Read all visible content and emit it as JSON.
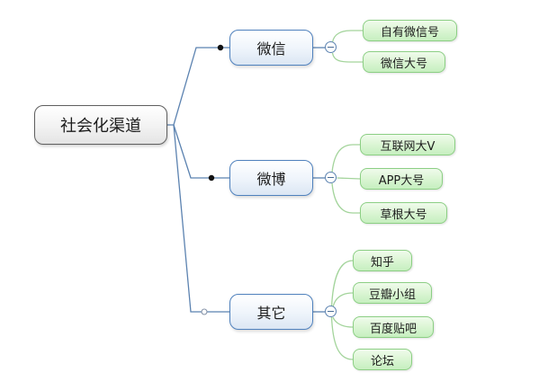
{
  "palette": {
    "background": "#ffffff",
    "root_border": "#5f5f5f",
    "root_fill_bottom": "#e4e4e4",
    "branch_border": "#4f81bd",
    "branch_fill_bottom": "#dbe6f3",
    "leaf_border": "#8ccf84",
    "leaf_fill_bottom": "#c6efbf",
    "connector_blue": "#5b82b0",
    "connector_green": "#a3d49b",
    "dot_filled": "#111111",
    "dot_hollow_stroke": "#8593a8"
  },
  "mindmap": {
    "root": {
      "label": "社会化渠道"
    },
    "branches": [
      {
        "label": "微信",
        "connector_marker": "filled-dot",
        "children": [
          {
            "label": "自有微信号"
          },
          {
            "label": "微信大号"
          }
        ]
      },
      {
        "label": "微博",
        "connector_marker": "filled-dot",
        "children": [
          {
            "label": "互联网大V"
          },
          {
            "label": "APP大号"
          },
          {
            "label": "草根大号"
          }
        ]
      },
      {
        "label": "其它",
        "connector_marker": "hollow-dot",
        "children": [
          {
            "label": "知乎"
          },
          {
            "label": "豆瓣小组"
          },
          {
            "label": "百度贴吧"
          },
          {
            "label": "论坛"
          }
        ]
      }
    ]
  }
}
